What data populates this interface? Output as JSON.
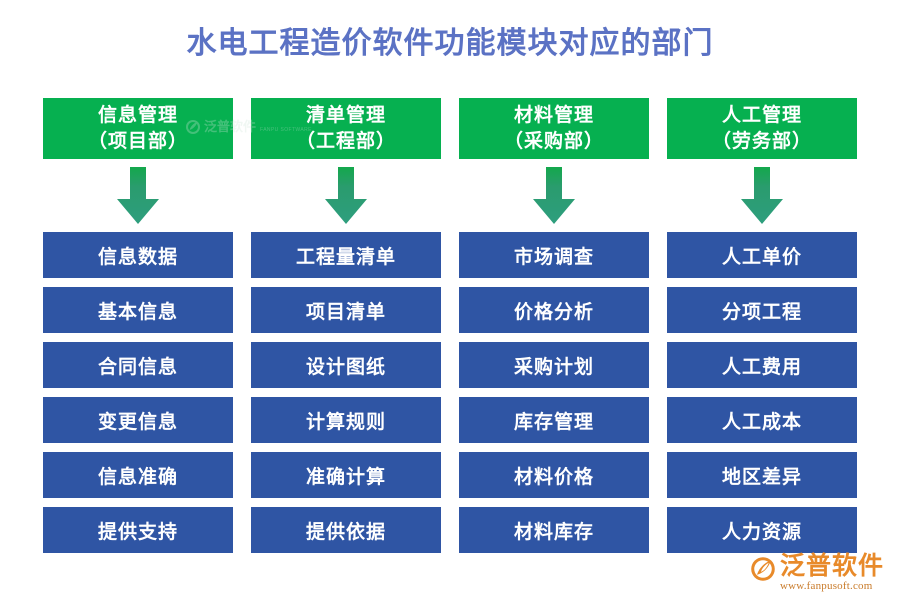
{
  "title": "水电工程造价软件功能模块对应的部门",
  "colors": {
    "title": "#5b72c4",
    "header_green": "#06b050",
    "item_blue": "#2f55a4",
    "arrow_green_top": "#14a84c",
    "arrow_green_bottom": "#2e9e7e",
    "logo_orange": "#e88a2a",
    "background": "#ffffff"
  },
  "columns": [
    {
      "header": {
        "module": "信息管理",
        "department": "（项目部）"
      },
      "arrow_icon": "down-arrow-icon",
      "items": [
        "信息数据",
        "基本信息",
        "合同信息",
        "变更信息",
        "信息准确",
        "提供支持"
      ]
    },
    {
      "header": {
        "module": "清单管理",
        "department": "（工程部）"
      },
      "arrow_icon": "down-arrow-icon",
      "items": [
        "工程量清单",
        "项目清单",
        "设计图纸",
        "计算规则",
        "准确计算",
        "提供依据"
      ]
    },
    {
      "header": {
        "module": "材料管理",
        "department": "（采购部）"
      },
      "arrow_icon": "down-arrow-icon",
      "items": [
        "市场调查",
        "价格分析",
        "采购计划",
        "库存管理",
        "材料价格",
        "材料库存"
      ]
    },
    {
      "header": {
        "module": "人工管理",
        "department": "（劳务部）"
      },
      "arrow_icon": "down-arrow-icon",
      "items": [
        "人工单价",
        "分项工程",
        "人工费用",
        "人工成本",
        "地区差异",
        "人力资源"
      ]
    }
  ],
  "watermark": {
    "name": "泛普软件",
    "subtitle": "FANPU SOFTWARE"
  },
  "logo": {
    "name": "泛普软件",
    "url": "www.fanpusoft.com"
  }
}
